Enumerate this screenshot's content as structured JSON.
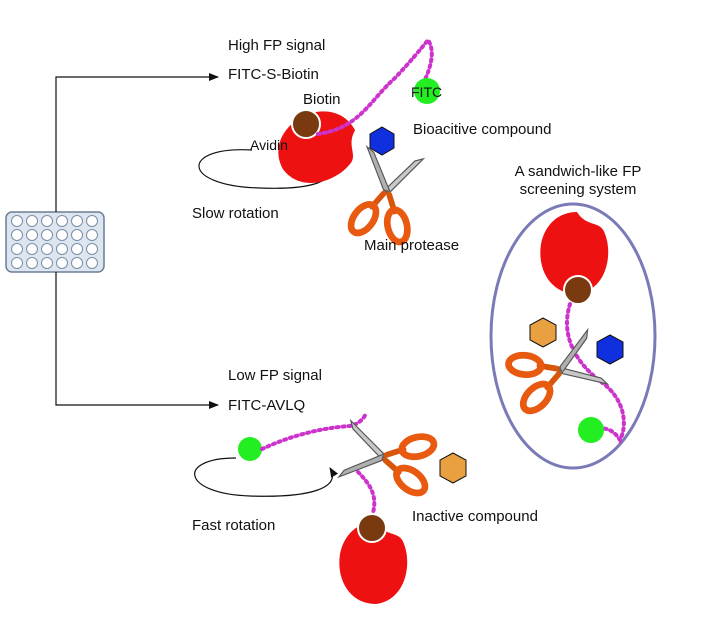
{
  "labels": {
    "high_signal": "High FP signal",
    "fitc_s_biotin": "FITC-S-Biotin",
    "biotin": "Biotin",
    "fitc": "FITC",
    "avidin": "Avidin",
    "bioactive_compound": "Bioacitive compound",
    "slow_rotation": "Slow rotation",
    "main_protease": "Main protease",
    "sandwich_title": "A sandwich-like FP screening system",
    "low_signal": "Low FP signal",
    "fitc_avlq": "FITC-AVLQ",
    "fast_rotation": "Fast rotation",
    "inactive_compound": "Inactive compound"
  },
  "colors": {
    "avidin_red": "#ee1111",
    "biotin_brown": "#7a3a10",
    "fitc_green": "#22ee22",
    "linker_magenta": "#cc33cc",
    "bioactive_blue": "#1030e0",
    "inactive_orange": "#e8a040",
    "scissors_orange": "#e85a10",
    "ellipse_purple": "#7a7ab8",
    "plate_fill": "#dde6f0"
  },
  "icons": [
    "well-plate-icon",
    "avidin-icon",
    "biotin-icon",
    "fitc-icon",
    "hexagon-icon",
    "scissors-icon",
    "rotation-arrow-icon"
  ]
}
